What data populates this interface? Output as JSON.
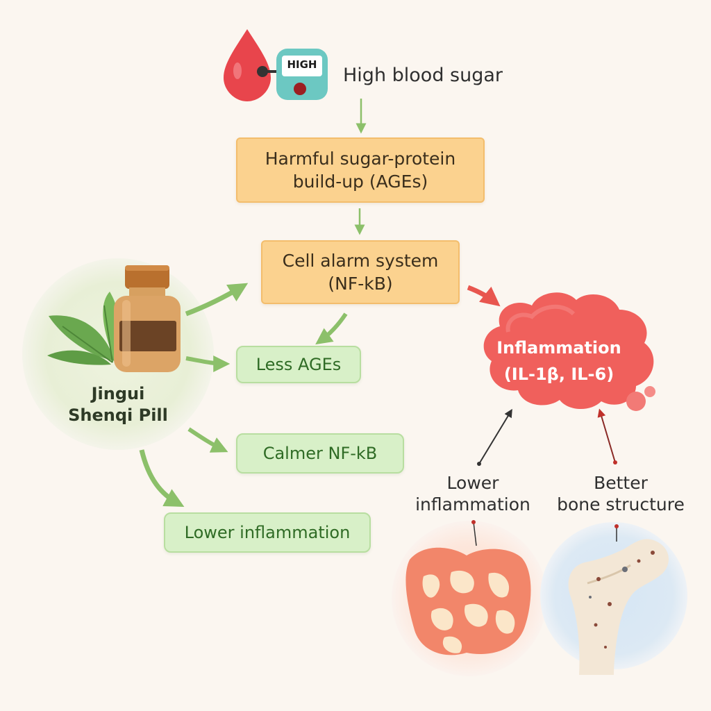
{
  "title": "High blood sugar",
  "meter": {
    "label": "HIGH"
  },
  "steps": {
    "ages_line1": "Harmful sugar-protein",
    "ages_line2": "build-up (AGEs)",
    "nfkb_line1": "Cell alarm system",
    "nfkb_line2": "(NF-kB)"
  },
  "inflammation": {
    "line1": "Inflammation",
    "line2": "(IL-1β, IL-6)"
  },
  "pill": {
    "line1": "Jingui",
    "line2": "Shenqi Pill"
  },
  "effects": [
    "Less AGEs",
    "Calmer NF-kB",
    "Lower inflammation"
  ],
  "outcomes": {
    "left_line1": "Lower",
    "left_line2": "inflammation",
    "right_line1": "Better",
    "right_line2": "bone structure"
  },
  "colors": {
    "orange_box": "#fbd28f",
    "green_box": "#d8f0c8",
    "inflammation_red": "#f0605c",
    "arrow_green": "#8cc06a",
    "arrow_red": "#e8564f"
  }
}
